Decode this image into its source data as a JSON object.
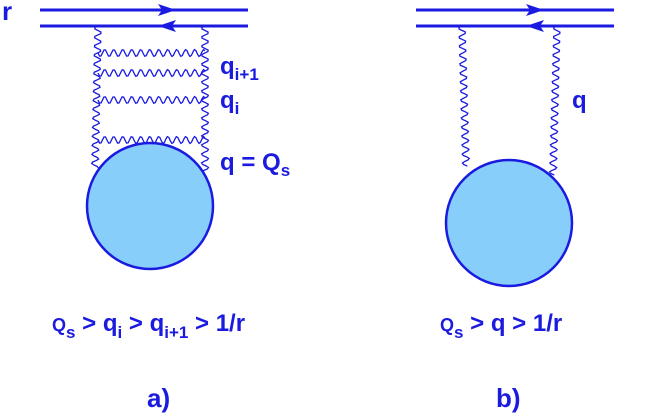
{
  "colors": {
    "ink": "#1a1ae0",
    "blob_fill": "#87cefa"
  },
  "diagram_a": {
    "r_label": "r",
    "q_next_main": "q",
    "q_next_sub": "i+1",
    "q_i_main": "q",
    "q_i_sub": "i",
    "q_eq_main": "q = Q",
    "q_eq_sub": "s",
    "condition": {
      "t1_main": "Q",
      "t1_sub": "s",
      "t2": " >  q",
      "t2_sub": "i",
      "t3": " >  q",
      "t3_sub": "i+1",
      "t4": " > 1/r"
    },
    "caption": "a)"
  },
  "diagram_b": {
    "q_label": "q",
    "condition": {
      "t1_main": "Q",
      "t1_sub": "s",
      "t2": " >  q  >  1/r"
    },
    "caption": "b)"
  }
}
